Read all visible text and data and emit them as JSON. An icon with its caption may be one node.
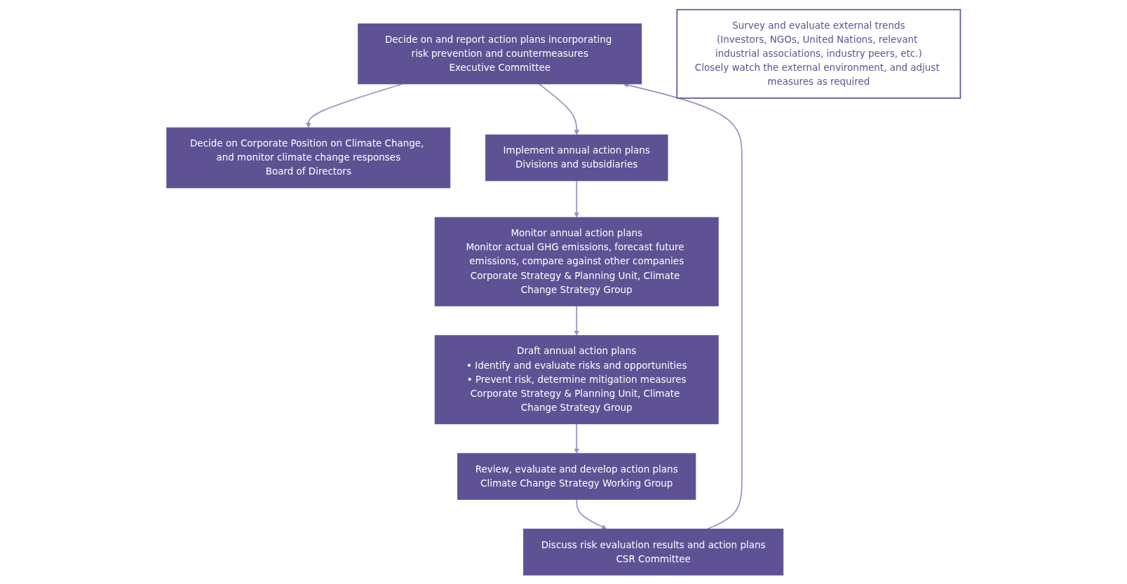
{
  "diagram": {
    "nodes": [
      {
        "text": [
          "Decide on Corporate Position on Climate Change, and monitor climate change responses",
          "Board of Directors"
        ]
      },
      {
        "text": [
          "Decide on and report action plans incorporating risk prevention and countermeasures",
          "Executive Committee"
        ]
      },
      {
        "text": [
          "Implement annual action plans",
          "Divisions and subsidiaries"
        ]
      },
      {
        "text": [
          "Monitor annual action plans",
          "Monitor actual GHG emissions, forecast future emissions, compare against other companies",
          "Corporate Strategy & Planning Unit, Climate Change Strategy Group"
        ]
      },
      {
        "text": [
          "Draft annual action plans",
          "• Identify and evaluate risks and opportunities",
          "• Prevent risk, determine mitigation measures",
          "Corporate Strategy & Planning Unit, Climate Change Strategy Group"
        ]
      },
      {
        "text": [
          "Review, evaluate and develop action plans",
          "Climate Change Strategy Working Group"
        ]
      },
      {
        "text": [
          "Discuss risk evaluation results and action plans",
          "CSR Committee"
        ]
      },
      {
        "text": [
          "Survey and evaluate external trends",
          "(Investors, NGOs, United Nations, relevant industrial associations, industry peers, etc.)",
          "Closely watch the external environment, and adjust measures as required"
        ]
      }
    ],
    "edges": [
      {
        "from": 1,
        "to": 0,
        "arrow": "to"
      },
      {
        "from": 1,
        "to": 2,
        "arrow": "to"
      },
      {
        "from": 2,
        "to": 3,
        "arrow": "to"
      },
      {
        "from": 3,
        "to": 4,
        "arrow": "to"
      },
      {
        "from": 4,
        "to": 5,
        "arrow": "to"
      },
      {
        "from": 5,
        "to": 6,
        "arrow": "to"
      },
      {
        "from": 6,
        "to": 1,
        "arrow": "to"
      }
    ]
  }
}
